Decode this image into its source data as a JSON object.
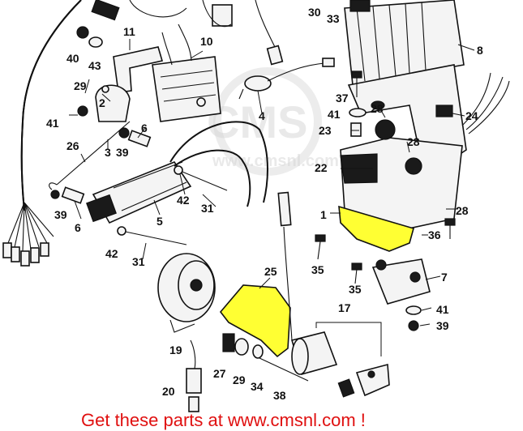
{
  "watermark": {
    "logo": "CMS",
    "url": "www.cmsnl.com"
  },
  "footer": {
    "text": "Get these parts at www.cmsnl.com !",
    "color": "#e01010"
  },
  "highlight_color": "#ffff33",
  "part_numbers": {
    "p1": "1",
    "p2": "2",
    "p3": "3",
    "p4": "4",
    "p5": "5",
    "p6a": "6",
    "p6b": "6",
    "p7": "7",
    "p8": "8",
    "p10": "10",
    "p11": "11",
    "p17": "17",
    "p19": "19",
    "p20": "20",
    "p22": "22",
    "p23": "23",
    "p24": "24",
    "p25": "25",
    "p26": "26",
    "p27": "27",
    "p28a": "28",
    "p28b": "28",
    "p28c": "28",
    "p29a": "29",
    "p29b": "29",
    "p30": "30",
    "p31a": "31",
    "p31b": "31",
    "p33": "33",
    "p34": "34",
    "p35a": "35",
    "p35b": "35",
    "p36": "36",
    "p37": "37",
    "p38": "38",
    "p39a": "39",
    "p39b": "39",
    "p39c": "39",
    "p40": "40",
    "p41a": "41",
    "p41b": "41",
    "p41c": "41",
    "p42a": "42",
    "p42b": "42",
    "p43": "43"
  }
}
